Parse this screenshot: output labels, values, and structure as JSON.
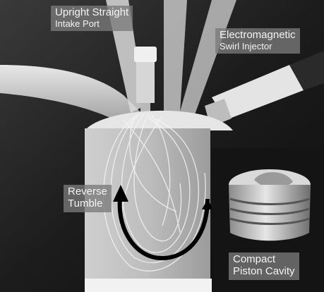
{
  "labels": {
    "intake_port": {
      "line1": "Upright Straight",
      "line2": "Intake Port"
    },
    "injector": {
      "line1": "Electromagnetic",
      "line2": "Swirl Injector"
    },
    "tumble": {
      "line1": "Reverse",
      "line2": "Tumble"
    },
    "piston": {
      "line1": "Compact",
      "line2": "Piston Cavity"
    }
  },
  "colors": {
    "background": "#1a1a1a",
    "label_box": "#7a7a7a",
    "label_text": "#f4f4f4",
    "tumble_arrow": "#000000"
  }
}
